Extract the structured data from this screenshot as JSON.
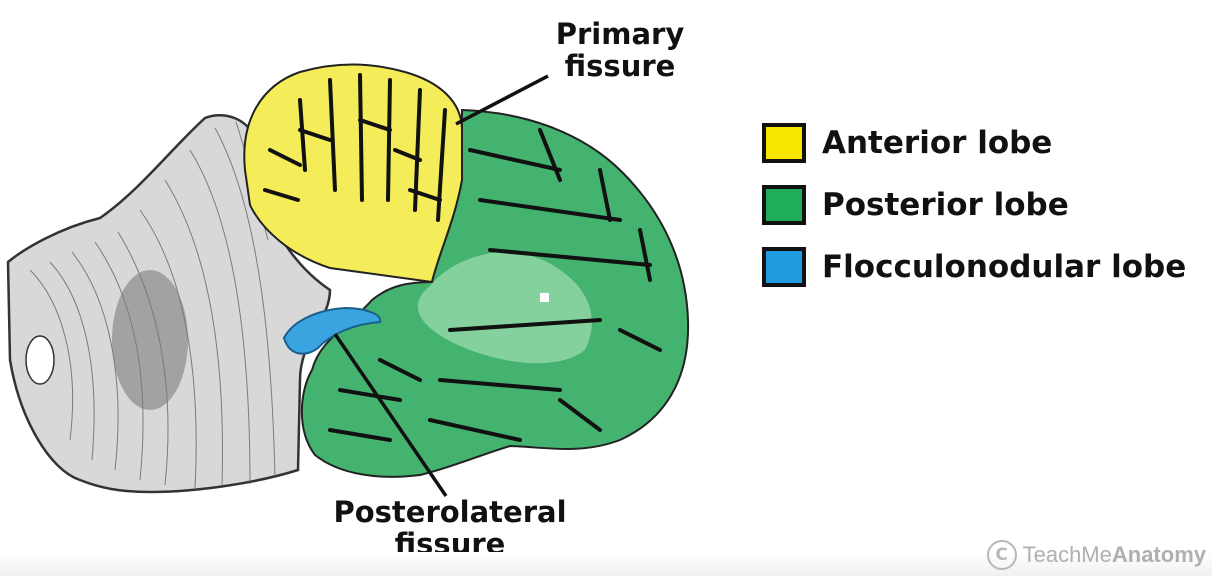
{
  "callouts": {
    "primary_fissure": [
      "Primary",
      "fissure"
    ],
    "posterolateral_fissure": [
      "Posterolateral",
      "fissure"
    ]
  },
  "legend": [
    {
      "label": "Anterior lobe",
      "color": "#f6e600"
    },
    {
      "label": "Posterior lobe",
      "color": "#1fae57"
    },
    {
      "label": "Flocculonodular lobe",
      "color": "#1f9be0"
    }
  ],
  "regions": {
    "anterior_fill": "#f5ec5a",
    "posterior_fill": "#44b36f",
    "posterior_light": "#8fd6a6",
    "flocculonodular_fill": "#3aa4e0",
    "brainstem_fill": "#d8d8d8"
  },
  "watermark": {
    "symbol": "C",
    "brand_regular": "TeachMe",
    "brand_bold": "Anatomy"
  }
}
